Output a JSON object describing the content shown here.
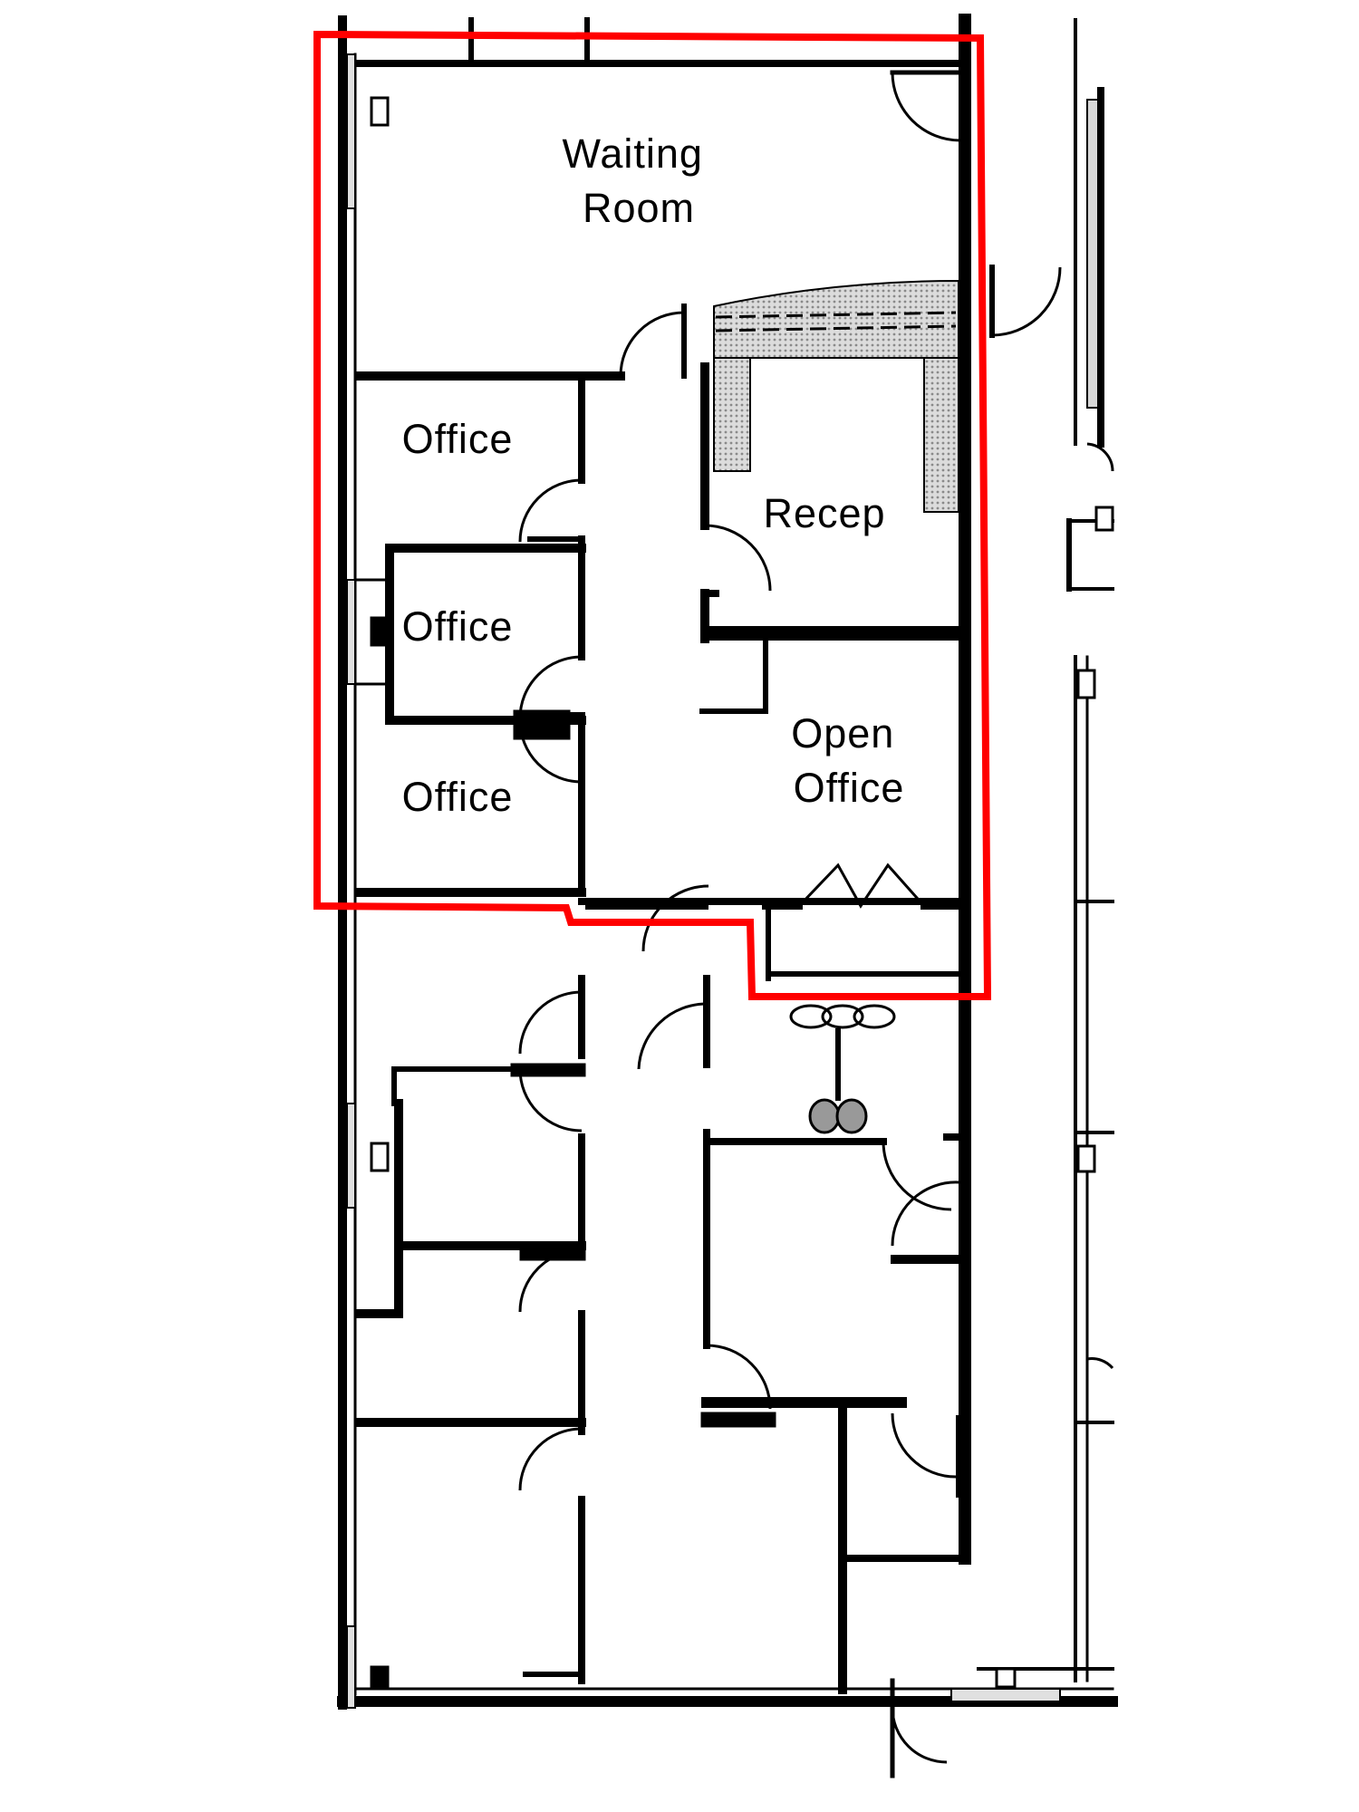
{
  "floor_plan": {
    "rooms": [
      {
        "id": "waiting-room",
        "lines": [
          "Waiting",
          "Room"
        ]
      },
      {
        "id": "office-1",
        "lines": [
          "Office"
        ]
      },
      {
        "id": "office-2",
        "lines": [
          "Office"
        ]
      },
      {
        "id": "office-3",
        "lines": [
          "Office"
        ]
      },
      {
        "id": "reception",
        "lines": [
          "Recep"
        ]
      },
      {
        "id": "open-office",
        "lines": [
          "Open",
          "Office"
        ]
      }
    ],
    "highlight": {
      "color": "#ff0000"
    },
    "colors": {
      "wall": "#000000",
      "counter": "#c8c8c8",
      "background": "#ffffff"
    }
  }
}
